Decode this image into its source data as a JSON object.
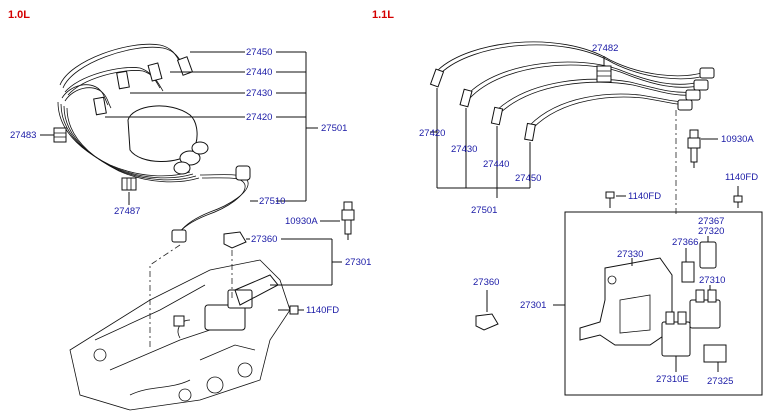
{
  "sections": {
    "left": "1.0L",
    "right": "1.1L"
  },
  "left_parts": {
    "p27450": "27450",
    "p27440": "27440",
    "p27430": "27430",
    "p27420": "27420",
    "p27501": "27501",
    "p27483": "27483",
    "p27487": "27487",
    "p27510": "27510",
    "p10930A": "10930A",
    "p27360": "27360",
    "p27301": "27301",
    "p1140FD": "1140FD"
  },
  "right_parts": {
    "p27482": "27482",
    "p27420": "27420",
    "p27430": "27430",
    "p27440": "27440",
    "p27450": "27450",
    "p27501": "27501",
    "p10930A": "10930A",
    "p1140FD_a": "1140FD",
    "p1140FD_b": "1140FD",
    "p27367": "27367",
    "p27320": "27320",
    "p27366": "27366",
    "p27330": "27330",
    "p27310": "27310",
    "p27360": "27360",
    "p27301": "27301",
    "p27310E": "27310E",
    "p27325": "27325"
  }
}
